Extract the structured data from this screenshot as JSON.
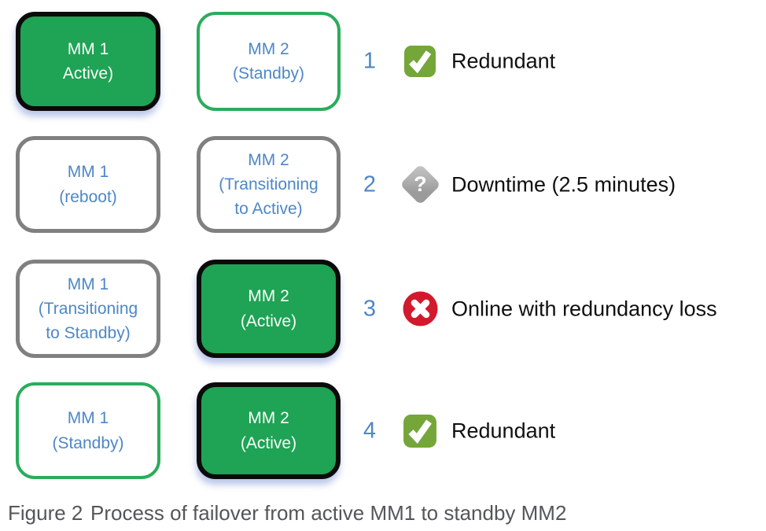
{
  "palette": {
    "active_fill_green": "#1FA355",
    "active_border_black": "#0b0b0b",
    "standby_border_green": "#2BAC5C",
    "gray_border": "#808080",
    "box_text_blue": "#4E87C6",
    "check_icon_green": "#74A63A",
    "question_icon_gray": "#A3A3A3",
    "error_icon_red": "#D11A2D",
    "status_text_black": "#101010",
    "caption_gray": "#53565a"
  },
  "rows": [
    {
      "step": "1",
      "mm1": {
        "label": "MM 1\nActive)",
        "state": "active"
      },
      "mm2": {
        "label": "MM 2\n(Standby)",
        "state": "standby"
      },
      "icon": "check-square-icon",
      "status": "Redundant"
    },
    {
      "step": "2",
      "mm1": {
        "label": "MM 1\n(reboot)",
        "state": "gray"
      },
      "mm2": {
        "label": "MM 2\n(Transitioning\nto Active)",
        "state": "gray"
      },
      "icon": "question-diamond-icon",
      "status": "Downtime (2.5 minutes)"
    },
    {
      "step": "3",
      "mm1": {
        "label": "MM 1\n(Transitioning\nto Standby)",
        "state": "gray"
      },
      "mm2": {
        "label": "MM 2\n(Active)",
        "state": "active"
      },
      "icon": "error-circle-icon",
      "status": "Online with redundancy loss"
    },
    {
      "step": "4",
      "mm1": {
        "label": "MM 1\n(Standby)",
        "state": "standby"
      },
      "mm2": {
        "label": "MM 2\n(Active)",
        "state": "active"
      },
      "icon": "check-square-icon",
      "status": "Redundant"
    }
  ],
  "icons": {
    "question_glyph": "?"
  },
  "caption": {
    "tag": "Figure 2",
    "text": "Process of failover from active MM1 to standby MM2"
  }
}
